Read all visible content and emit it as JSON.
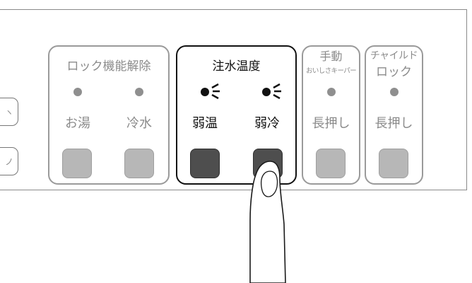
{
  "groups": {
    "lock_release": {
      "title": "ロック機能解除",
      "buttons": [
        {
          "label": "お湯"
        },
        {
          "label": "冷水"
        }
      ]
    },
    "water_temp": {
      "title": "注水温度",
      "buttons": [
        {
          "label": "弱温"
        },
        {
          "label": "弱冷"
        }
      ]
    },
    "manual_keeper": {
      "title": "手動",
      "subtitle": "おいしさキーパー",
      "button_label": "長押し"
    },
    "child_lock": {
      "title_line1": "チャイルド",
      "title_line2": "ロック",
      "button_label": "長押し"
    }
  },
  "left_buttons": [
    "ヽ",
    "ノ"
  ],
  "colors": {
    "inactive_gray": "#8b8b8b",
    "active_black": "#111111",
    "button_gray": "#b7b7b7",
    "button_dark": "#4e4e4e"
  }
}
